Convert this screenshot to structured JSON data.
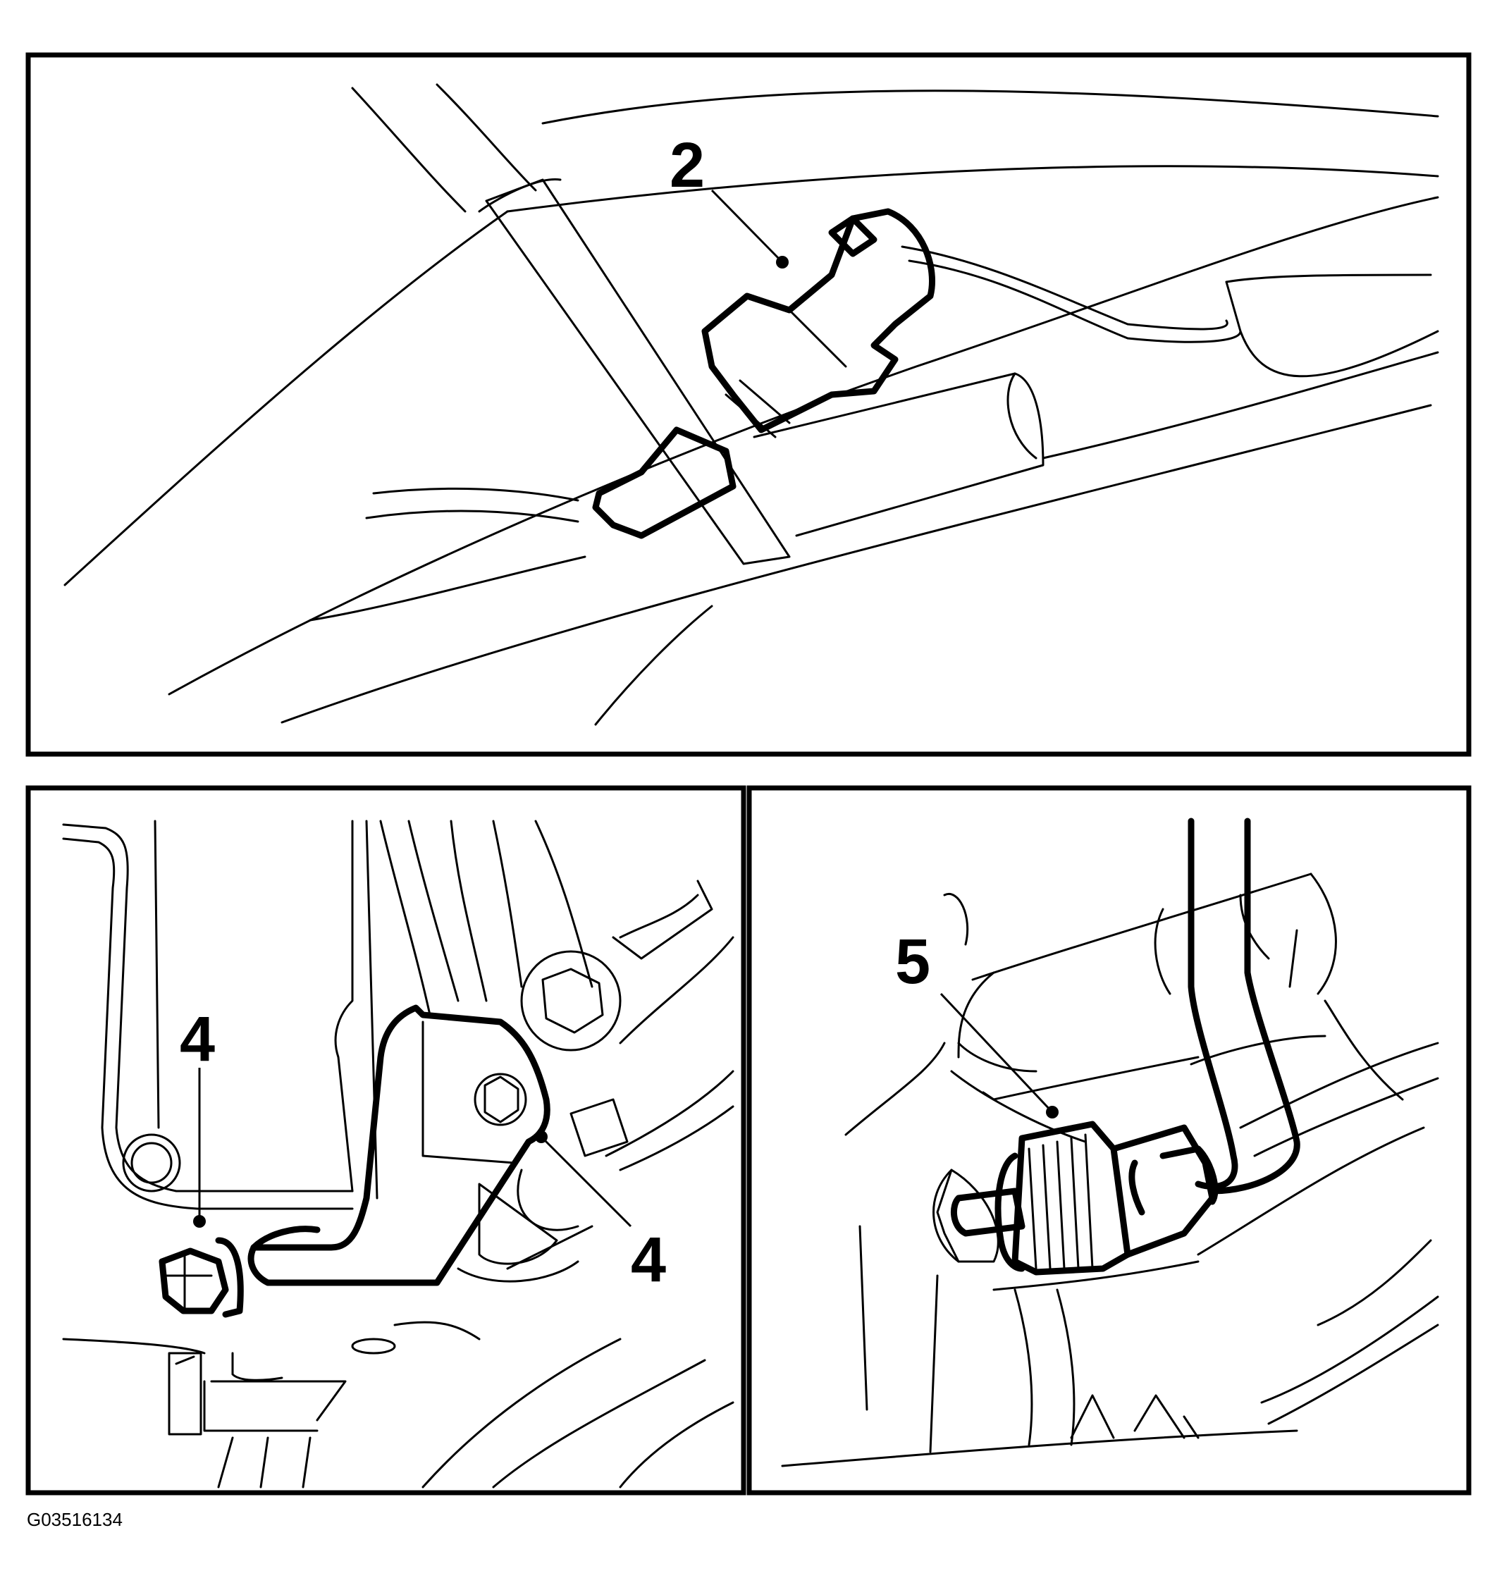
{
  "figure_id": "G03516134",
  "panels": [
    {
      "callouts": [
        "2"
      ]
    },
    {
      "callouts": [
        "4",
        "4"
      ]
    },
    {
      "callouts": [
        "5"
      ]
    }
  ]
}
